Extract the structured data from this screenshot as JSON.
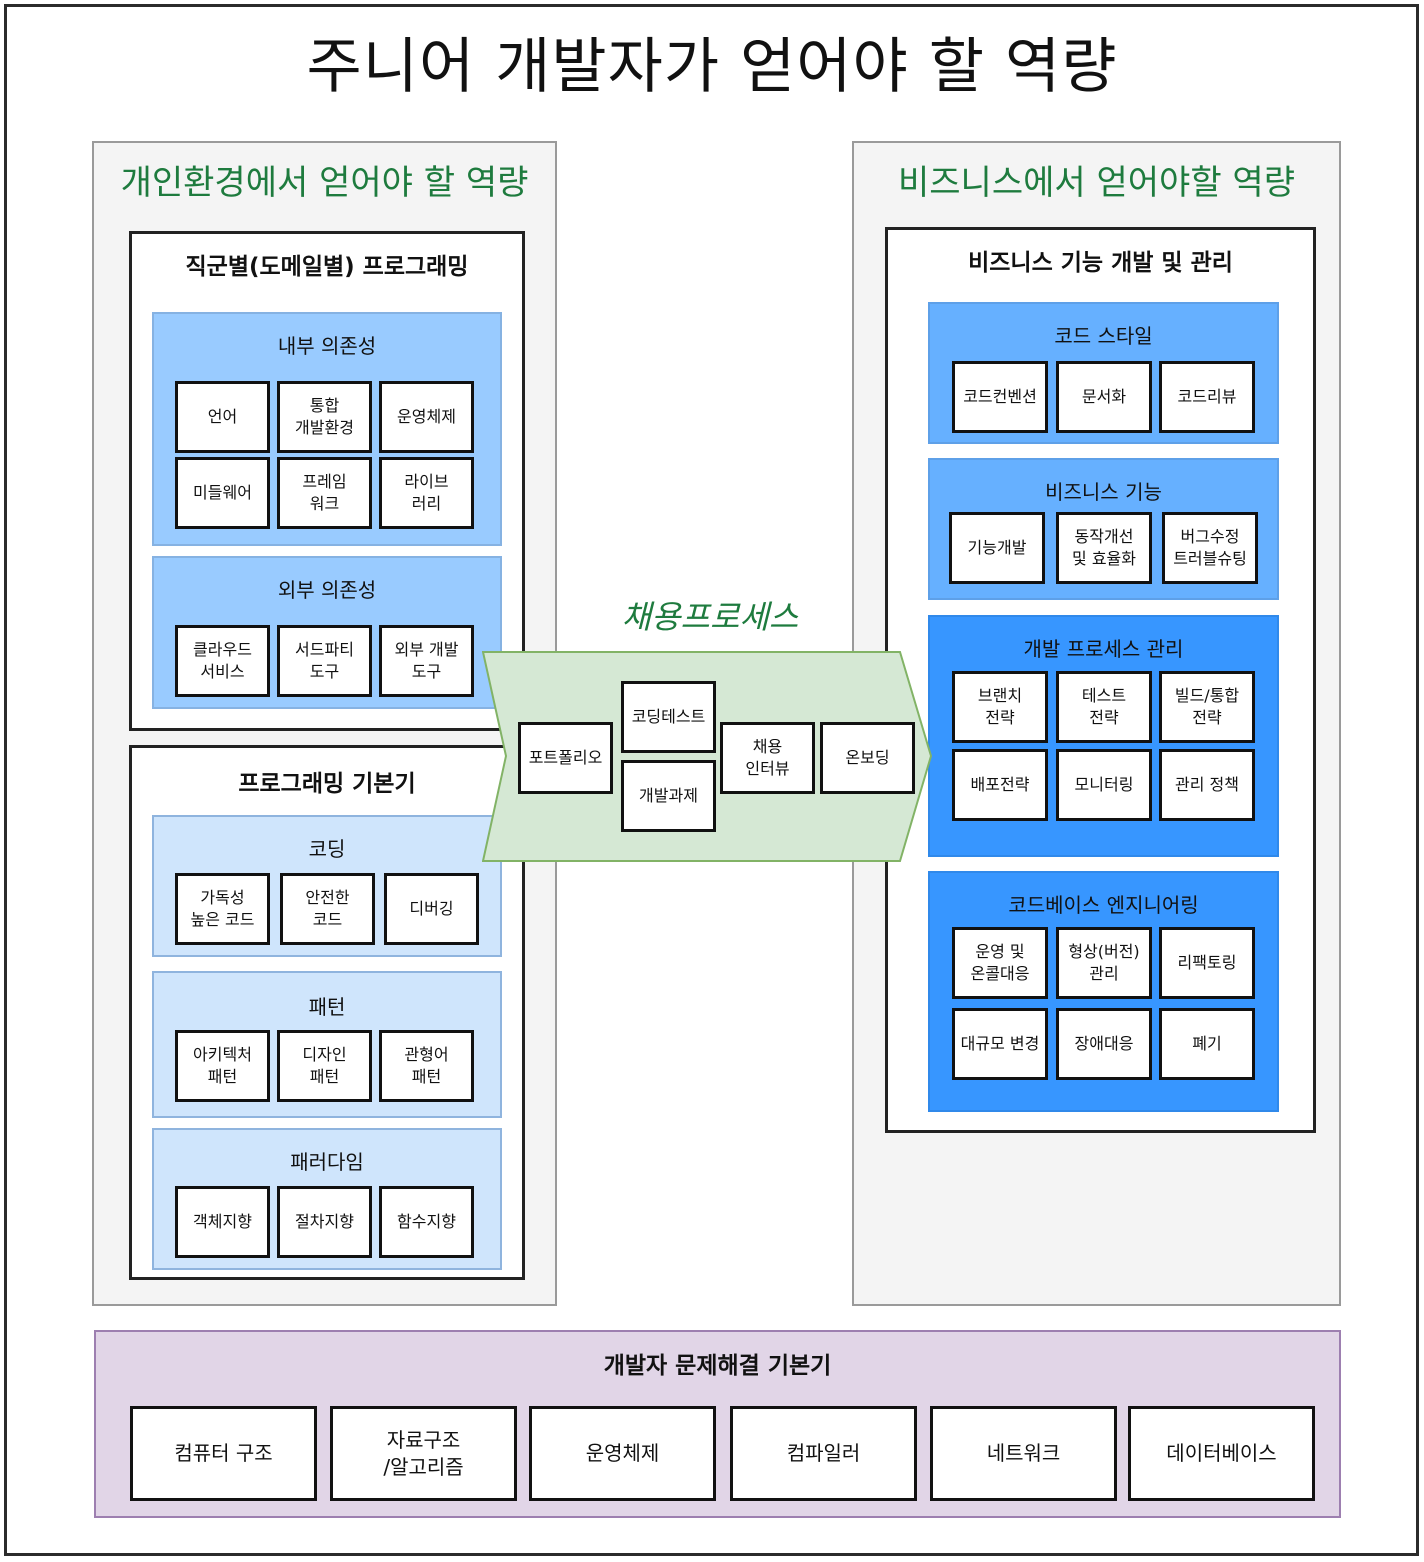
{
  "title": "주니어 개발자가 얻어야 할 역량",
  "left_panel": {
    "title": "개인환경에서 얻어야 할 역량",
    "domain_box": {
      "title": "직군별(도메일별) 프로그래밍",
      "groups": [
        {
          "title": "내부 의존성",
          "items": [
            "언어",
            "통합\n개발환경",
            "운영체제",
            "미들웨어",
            "프레임\n워크",
            "라이브\n러리"
          ]
        },
        {
          "title": "외부 의존성",
          "items": [
            "클라우드\n서비스",
            "서드파티\n도구",
            "외부 개발\n도구"
          ]
        }
      ]
    },
    "basics_box": {
      "title": "프로그래밍 기본기",
      "groups": [
        {
          "title": "코딩",
          "items": [
            "가독성\n높은 코드",
            "안전한\n코드",
            "디버깅"
          ]
        },
        {
          "title": "패턴",
          "items": [
            "아키텍처\n패턴",
            "디자인\n패턴",
            "관형어\n패턴"
          ]
        },
        {
          "title": "패러다임",
          "items": [
            "객체지향",
            "절차지향",
            "함수지향"
          ]
        }
      ]
    }
  },
  "process": {
    "title": "채용프로세스",
    "steps": [
      "포트폴리오",
      "코딩테스트",
      "개발과제",
      "채용\n인터뷰",
      "온보딩"
    ]
  },
  "right_panel": {
    "title": "비즈니스에서 얻어야할 역량",
    "business_box": {
      "title": "비즈니스 기능 개발 및 관리",
      "groups": [
        {
          "title": "코드 스타일",
          "items": [
            "코드컨벤션",
            "문서화",
            "코드리뷰"
          ]
        },
        {
          "title": "비즈니스 기능",
          "items": [
            "기능개발",
            "동작개선\n및 효율화",
            "버그수정\n트러블슈팅"
          ]
        },
        {
          "title": "개발 프로세스 관리",
          "items": [
            "브랜치\n전략",
            "테스트\n전략",
            "빌드/통합\n전략",
            "배포전략",
            "모니터링",
            "관리 정책"
          ]
        },
        {
          "title": "코드베이스 엔지니어링",
          "items": [
            "운영 및\n온콜대응",
            "형상(버전)\n관리",
            "리팩토링",
            "대규모 변경",
            "장애대응",
            "폐기"
          ]
        }
      ]
    }
  },
  "foundation": {
    "title": "개발자 문제해결 기본기",
    "items": [
      "컴퓨터 구조",
      "자료구조\n/알고리즘",
      "운영체제",
      "컴파일러",
      "네트워크",
      "데이터베이스"
    ]
  },
  "colors": {
    "section_title_green": "#1e7b3e",
    "arrow_fill": "#d5e8d4",
    "arrow_stroke": "#82b366",
    "foundation_fill": "#e1d5e7",
    "group_light": "#cfe5fc",
    "group_mid": "#99cbff",
    "group_strong": "#66b0ff",
    "group_deep": "#3796ff"
  }
}
